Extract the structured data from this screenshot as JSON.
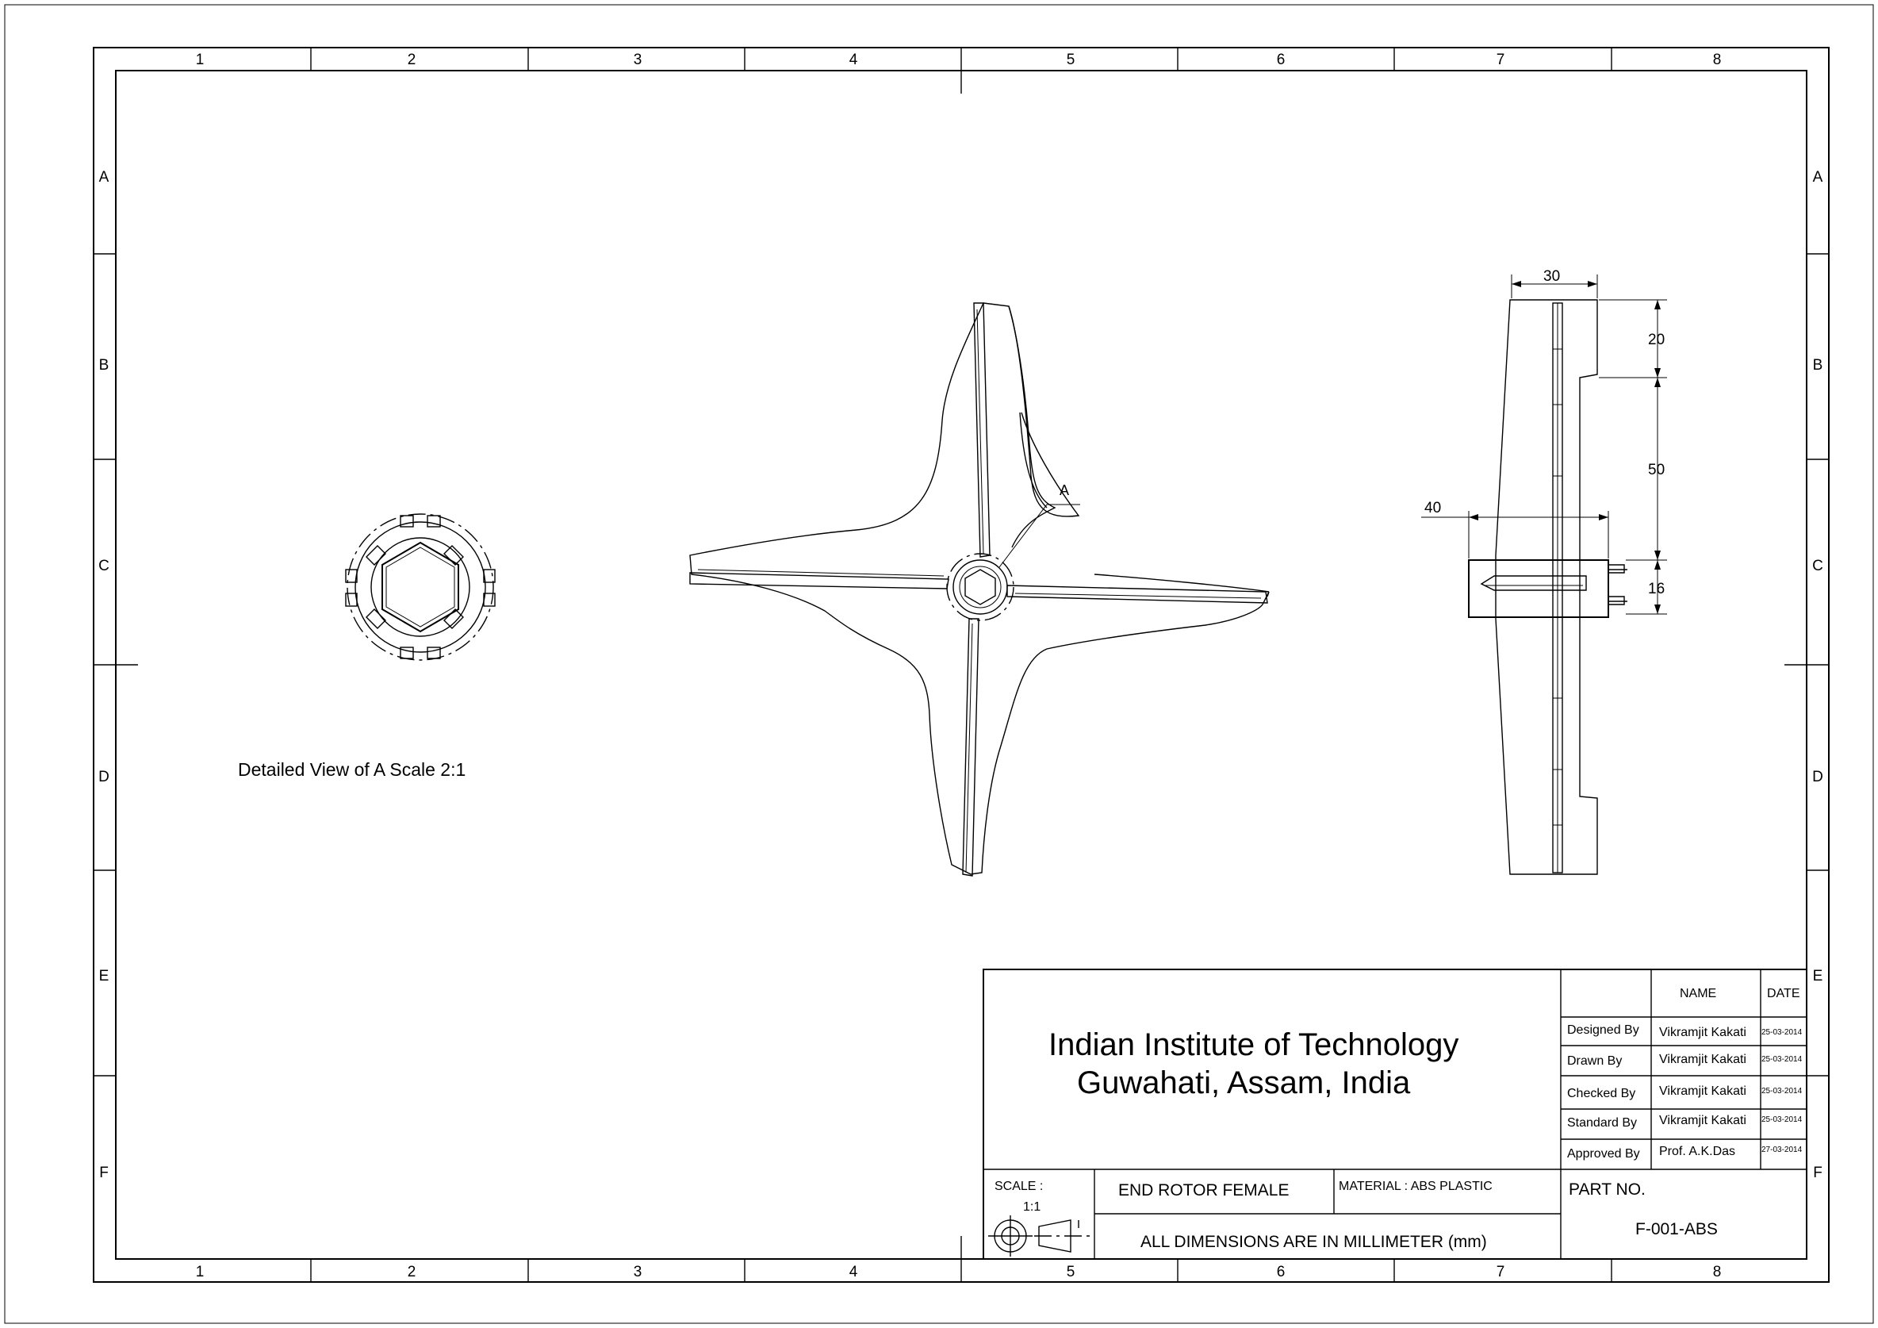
{
  "zones": {
    "columns": [
      "1",
      "2",
      "3",
      "4",
      "5",
      "6",
      "7",
      "8"
    ],
    "rows": [
      "A",
      "B",
      "C",
      "D",
      "E",
      "F"
    ]
  },
  "views": {
    "detail_caption": "Detailed View of A Scale 2:1",
    "detail_marker": "A"
  },
  "dimensions": {
    "width_top": "30",
    "height_top": "20",
    "height_mid": "50",
    "width_hub": "40",
    "height_hub": "16"
  },
  "title_block": {
    "institute_line1": "Indian Institute of Technology",
    "institute_line2": "Guwahati, Assam, India",
    "header_name": "NAME",
    "header_date": "DATE",
    "signoffs": [
      {
        "role": "Designed By",
        "name": "Vikramjit Kakati",
        "date": "25-03-2014"
      },
      {
        "role": "Drawn By",
        "name": "Vikramjit Kakati",
        "date": "25-03-2014"
      },
      {
        "role": "Checked By",
        "name": "Vikramjit Kakati",
        "date": "25-03-2014"
      },
      {
        "role": "Standard By",
        "name": "Vikramjit Kakati",
        "date": "25-03-2014"
      },
      {
        "role": "Approved By",
        "name": "Prof. A.K.Das",
        "date": "27-03-2014"
      }
    ],
    "scale_label": "SCALE :",
    "scale_value": "1:1",
    "part_title": "END ROTOR FEMALE",
    "material": "MATERIAL : ABS PLASTIC",
    "units_note": "ALL DIMENSIONS ARE IN MILLIMETER (mm)",
    "part_no_label": "PART NO.",
    "part_no_value": "F-001-ABS"
  },
  "icons": {
    "projection_symbol": "first-angle-projection-icon"
  }
}
